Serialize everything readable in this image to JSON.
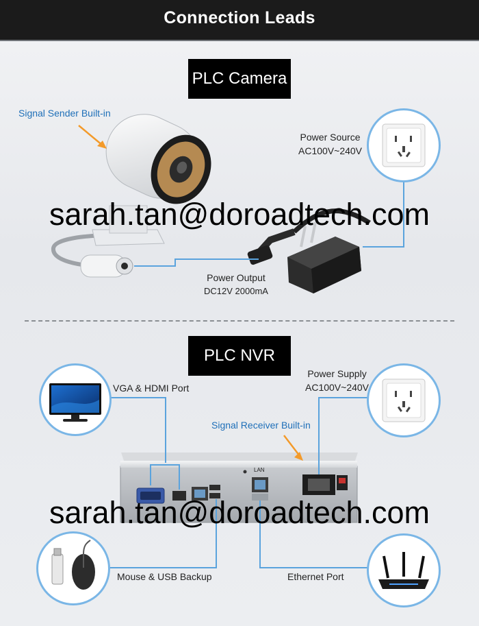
{
  "header": {
    "title": "Connection Leads"
  },
  "camera_section": {
    "label": "PLC Camera",
    "signal_sender": "Signal Sender Built-in",
    "power_source": {
      "line1": "Power Source",
      "line2": "AC100V~240V"
    },
    "power_output": {
      "line1": "Power Output",
      "line2": "DC12V 2000mA"
    }
  },
  "nvr_section": {
    "label": "PLC NVR",
    "vga_hdmi": "VGA & HDMI Port",
    "power_supply": {
      "line1": "Power Supply",
      "line2": "AC100V~240V"
    },
    "signal_receiver": "Signal Receiver Built-in",
    "mouse_usb": "Mouse & USB Backup",
    "ethernet": "Ethernet Port",
    "lan_label": "LAN"
  },
  "watermark": "sarah.tan@doroadtech.com",
  "colors": {
    "line": "#5aa3dd",
    "arrow": "#f39a2a",
    "header_bg": "#1b1b1b"
  }
}
